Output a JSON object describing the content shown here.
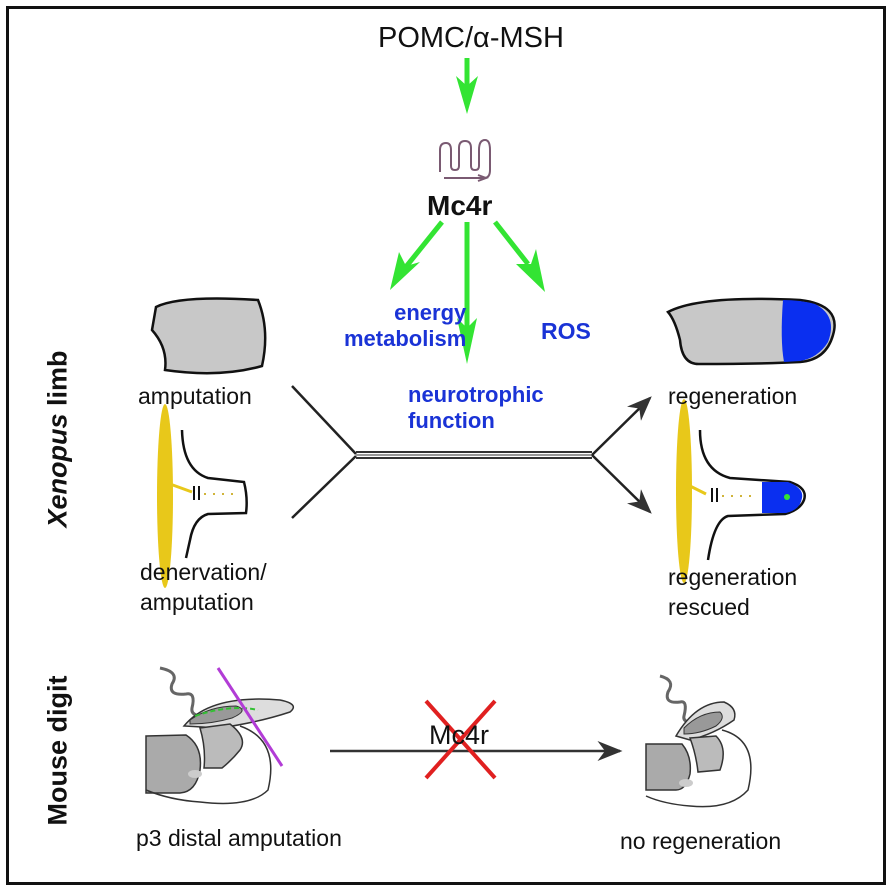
{
  "diagram": {
    "top_signal": "POMC/α-MSH",
    "receptor": "Mc4r",
    "receptor_icon": "gpcr-icon",
    "outcomes": {
      "energy": [
        "energy",
        "metabolism"
      ],
      "ros": "ROS",
      "neurotrophic": [
        "neurotrophic",
        "function"
      ]
    },
    "row_labels": {
      "xenopus_italic": "Xenopus",
      "xenopus_rest": " limb",
      "mouse": "Mouse digit"
    },
    "xenopus": {
      "left_top": "amputation",
      "left_bottom": [
        "denervation/",
        "amputation"
      ],
      "right_top": "regeneration",
      "right_bottom": [
        "regeneration",
        "rescued"
      ]
    },
    "mouse": {
      "left": "p3 distal amputation",
      "blocked_label": "Mc4r",
      "right": "no regeneration"
    },
    "colors": {
      "arrow_green": "#33e433",
      "outcome_blue": "#1a33d6",
      "blastema_blue": "#0a2ff0",
      "limb_gray": "#c8c8c8",
      "nerve_yellow": "#e8c81a",
      "cut_line_purple": "#b23cd6",
      "block_red": "#e02020"
    }
  }
}
